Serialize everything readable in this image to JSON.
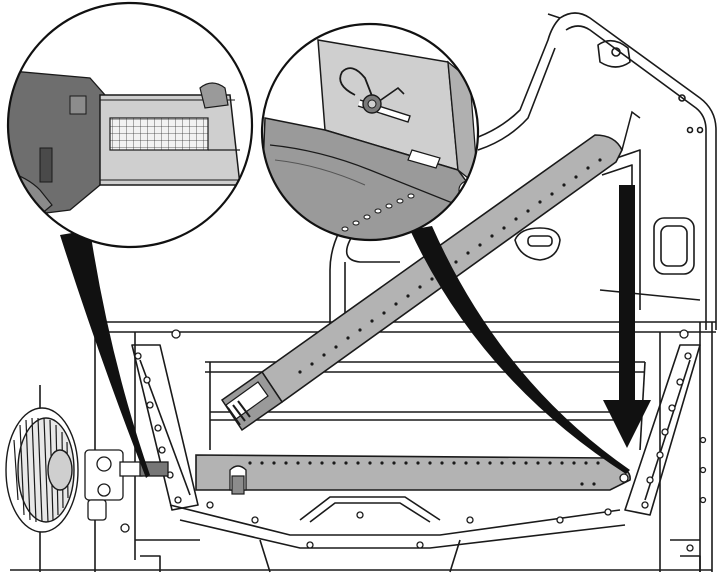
{
  "figure": {
    "kind": "technical installation diagram",
    "colors": {
      "line": "#1a1a1a",
      "burner_fill": "#b3b3b3",
      "burner_dark": "#8c8c8c",
      "panel_fill": "#cfcfcf",
      "hand_fill": "#6e6e6e",
      "background": "#ffffff",
      "arrow": "#111111"
    },
    "elements": {
      "grill_body": "grill-body-outline",
      "hood": "grill-hood",
      "burner_installed": "burner-tube-installed",
      "burner_angled": "burner-tube-being-inserted",
      "downward_arrow": "insertion-arrow",
      "detail_left": "detail-circle-valve-orifice",
      "detail_right": "detail-circle-cotter-pin",
      "control_knob": "control-knob"
    }
  }
}
